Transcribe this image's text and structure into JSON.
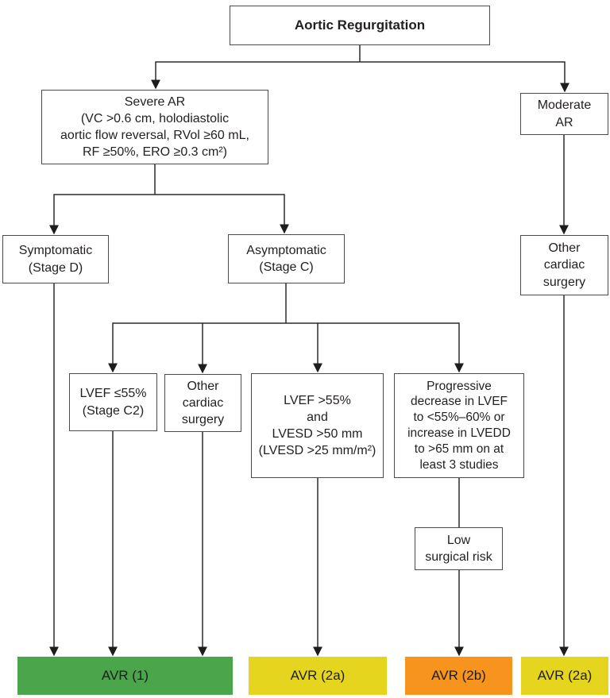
{
  "diagram": {
    "nodes": {
      "root": "Aortic Regurgitation",
      "severe_ar": "Severe AR\n(VC >0.6 cm, holodiastolic\naortic flow reversal, RVol ≥60 mL,\nRF ≥50%, ERO ≥0.3 cm²)",
      "moderate_ar": "Moderate\nAR",
      "symptomatic": "Symptomatic\n(Stage D)",
      "asymptomatic": "Asymptomatic\n(Stage C)",
      "other_cardiac_surgery_right": "Other\ncardiac\nsurgery",
      "lvef_le_55": "LVEF ≤55%\n(Stage C2)",
      "other_cardiac_surgery_mid": "Other\ncardiac\nsurgery",
      "lvef_gt_55": "LVEF >55%\nand\nLVESD >50 mm\n(LVESD >25 mm/m²)",
      "progressive_decrease": "Progressive\ndecrease in LVEF\nto <55%–60% or\nincrease in LVEDD\nto >65 mm on at\nleast 3 studies",
      "low_surgical_risk": "Low\nsurgical risk"
    },
    "outcomes": [
      {
        "id": "avr-1",
        "label": "AVR (1)",
        "color": "#4aa54b"
      },
      {
        "id": "avr-2a-left",
        "label": "AVR (2a)",
        "color": "#e6d51f"
      },
      {
        "id": "avr-2b",
        "label": "AVR (2b)",
        "color": "#f7941e"
      },
      {
        "id": "avr-2a-right",
        "label": "AVR (2a)",
        "color": "#e6d51f"
      }
    ],
    "edges": [
      {
        "from": "root",
        "to": "severe_ar"
      },
      {
        "from": "root",
        "to": "moderate_ar"
      },
      {
        "from": "severe_ar",
        "to": "symptomatic"
      },
      {
        "from": "severe_ar",
        "to": "asymptomatic"
      },
      {
        "from": "moderate_ar",
        "to": "other_cardiac_surgery_right"
      },
      {
        "from": "asymptomatic",
        "to": "lvef_le_55"
      },
      {
        "from": "asymptomatic",
        "to": "other_cardiac_surgery_mid"
      },
      {
        "from": "asymptomatic",
        "to": "lvef_gt_55"
      },
      {
        "from": "asymptomatic",
        "to": "progressive_decrease"
      },
      {
        "from": "progressive_decrease",
        "to": "low_surgical_risk"
      },
      {
        "from": "symptomatic",
        "to": "avr-1"
      },
      {
        "from": "lvef_le_55",
        "to": "avr-1"
      },
      {
        "from": "other_cardiac_surgery_mid",
        "to": "avr-1"
      },
      {
        "from": "lvef_gt_55",
        "to": "avr-2a-left"
      },
      {
        "from": "low_surgical_risk",
        "to": "avr-2b"
      },
      {
        "from": "other_cardiac_surgery_right",
        "to": "avr-2a-right"
      }
    ]
  }
}
